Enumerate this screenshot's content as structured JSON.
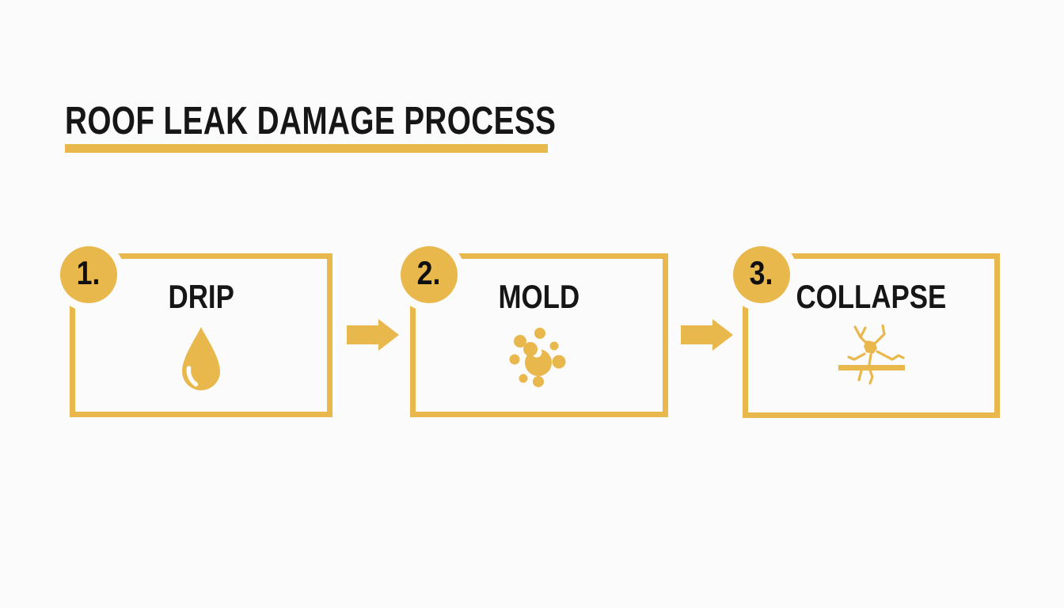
{
  "canvas": {
    "bg": "#fbfbfc",
    "accent": "#e9b84d",
    "ink": "#161616"
  },
  "header": {
    "title": "ROOF LEAK DAMAGE PROCESS"
  },
  "steps": [
    {
      "number": "1.",
      "label": "DRIP",
      "icon": "water-drop-icon"
    },
    {
      "number": "2.",
      "label": "MOLD",
      "icon": "mold-spores-icon"
    },
    {
      "number": "3.",
      "label": "COLLAPSE",
      "icon": "ceiling-crack-icon"
    }
  ],
  "connectors": [
    {
      "icon": "arrow-right-icon"
    },
    {
      "icon": "arrow-right-icon"
    }
  ]
}
